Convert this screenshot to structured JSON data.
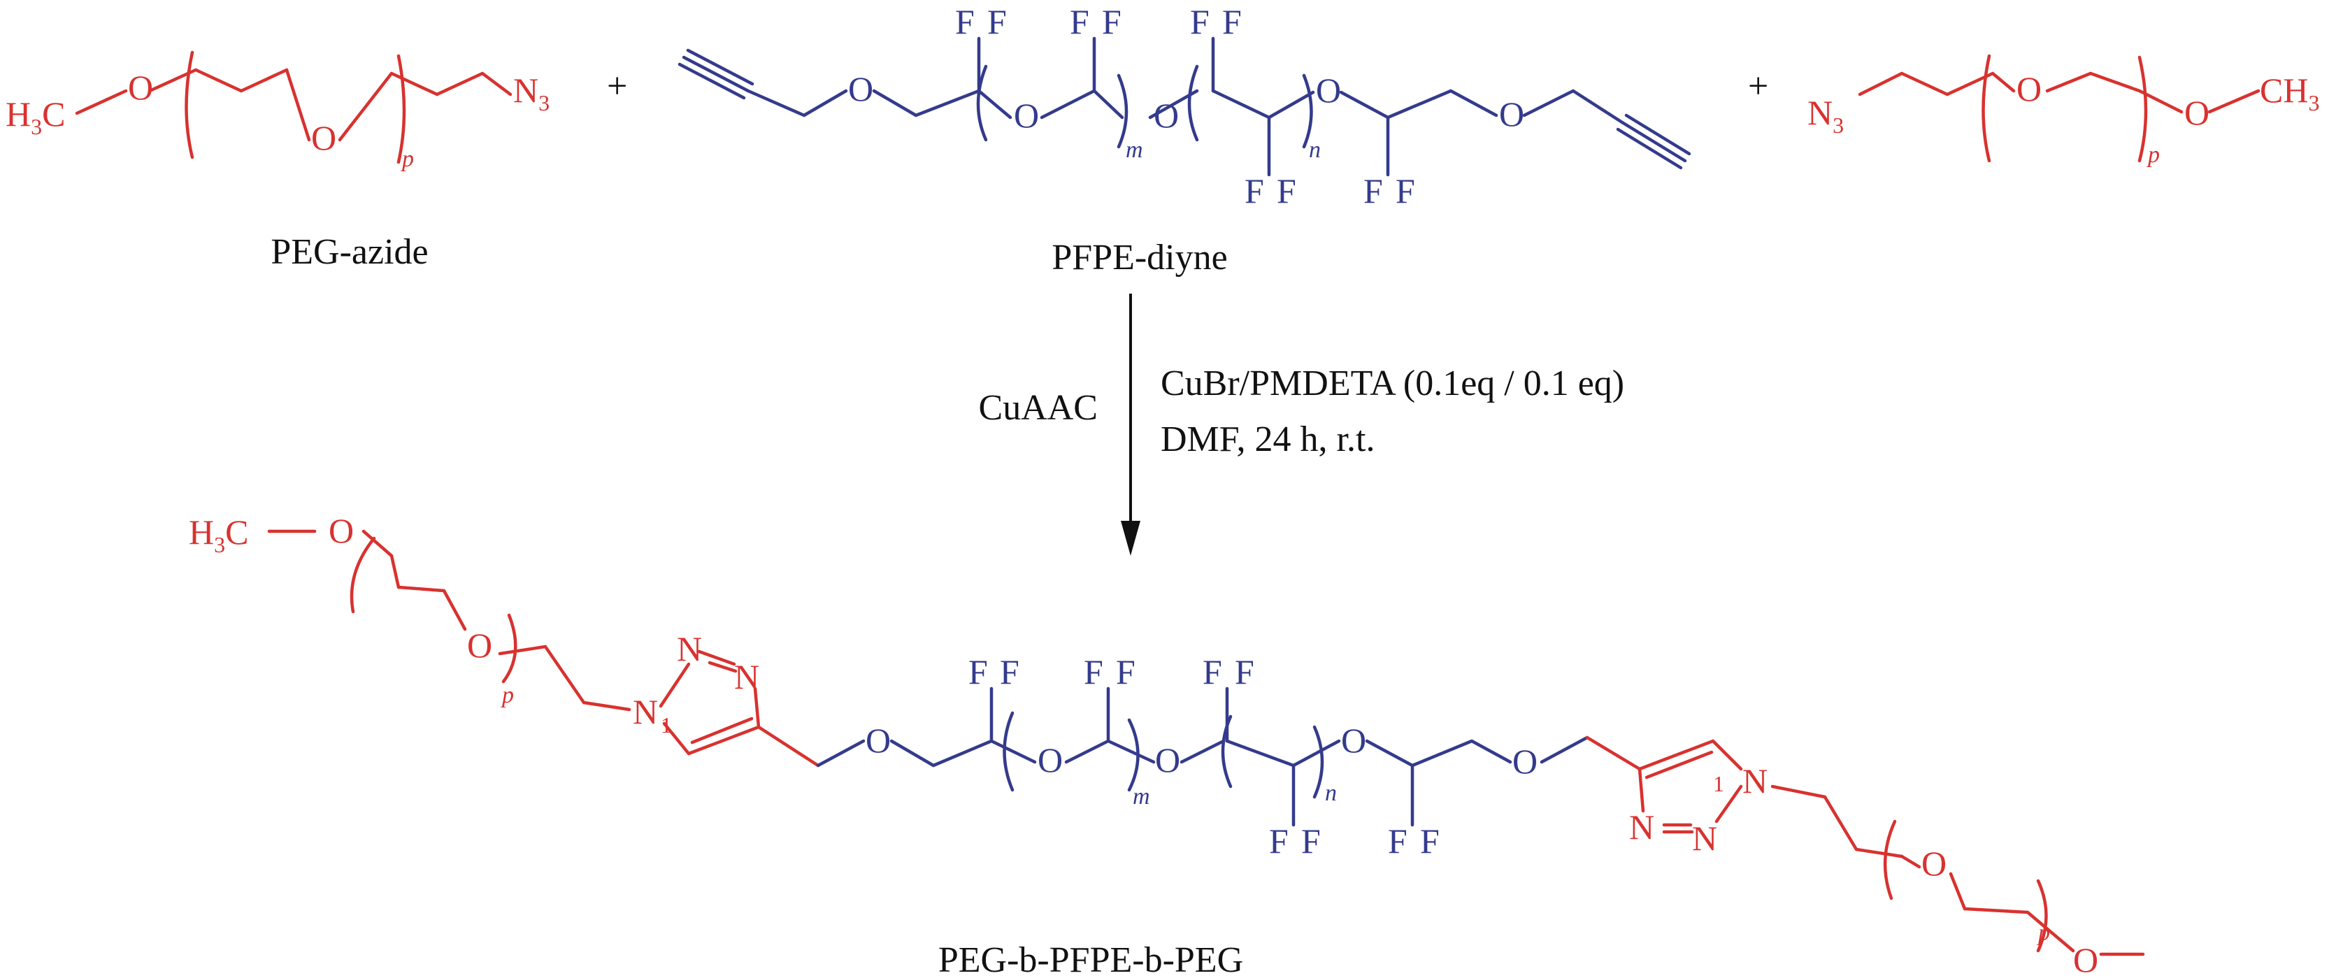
{
  "colors": {
    "peg": "#d8322f",
    "pfpe": "#343b8c",
    "text": "#111111"
  },
  "atoms": {
    "oxygen": "O",
    "fluorine": "F",
    "nitrogen": "N",
    "carbon_prefix": "H",
    "carbon_suffix": "C",
    "methyl_ch": "CH",
    "azide_n": "N"
  },
  "subscripts": {
    "three": "3",
    "repeat_p": "p",
    "repeat_m": "m",
    "repeat_n": "n"
  },
  "reactants": {
    "plus": "+",
    "peg_azide_label": "PEG-azide",
    "pfpe_diyne_label": "PFPE-diyne"
  },
  "reaction": {
    "name": "CuAAC",
    "conditions_line1": "CuBr/PMDETA (0.1eq / 0.1 eq)",
    "conditions_line2": "DMF, 24 h, r.t."
  },
  "product": {
    "label": "PEG-b-PFPE-b-PEG"
  }
}
